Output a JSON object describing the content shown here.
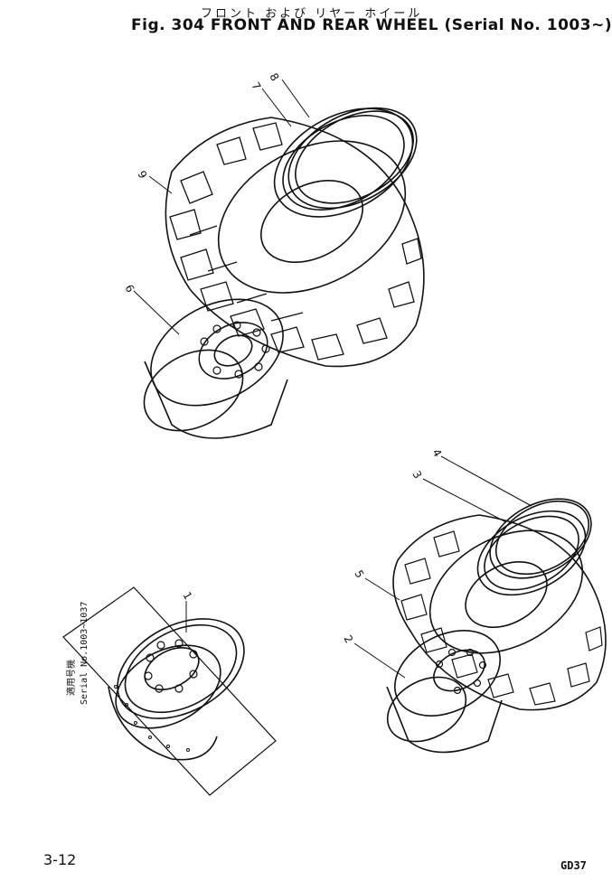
{
  "header": {
    "title_jp": "フロント および リヤー ホイール",
    "title_en": "Fig. 304 FRONT AND REAR WHEEL (Serial No. 1003~)",
    "serial_label_jp": "適用号機"
  },
  "footer": {
    "page_number": "3-12",
    "drawing_code": "GD37"
  },
  "inset": {
    "serial_label_jp": "適用号機",
    "serial_text": "Serial No.1003~1037"
  },
  "callouts": [
    "1",
    "2",
    "3",
    "4",
    "5",
    "6",
    "7",
    "8",
    "9"
  ],
  "colors": {
    "ink": "#111111",
    "paper": "#ffffff"
  }
}
